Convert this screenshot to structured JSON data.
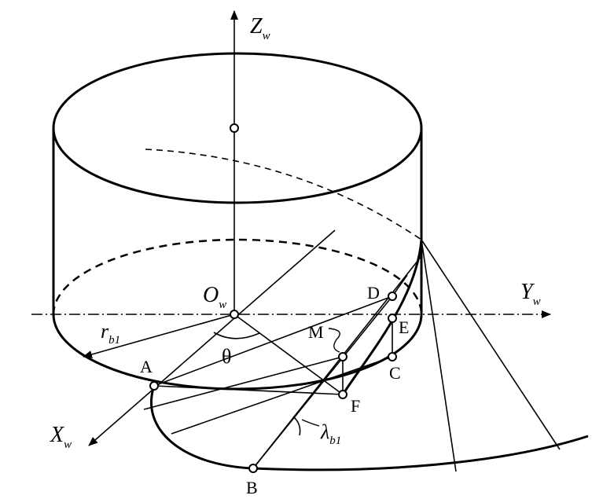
{
  "axes": {
    "z": {
      "main": "Z",
      "sub": "w"
    },
    "y": {
      "main": "Y",
      "sub": "w"
    },
    "x": {
      "main": "X",
      "sub": "w"
    },
    "origin": {
      "main": "O",
      "sub": "w"
    }
  },
  "labels": {
    "radius": {
      "main": "r",
      "sub": "b1"
    },
    "angle": "θ",
    "helix_angle": {
      "main": "λ",
      "sub": "b1"
    }
  },
  "points": {
    "A": "A",
    "B": "B",
    "C": "C",
    "D": "D",
    "E": "E",
    "F": "F",
    "M": "M"
  },
  "colors": {
    "stroke": "#000000",
    "background": "#ffffff"
  }
}
